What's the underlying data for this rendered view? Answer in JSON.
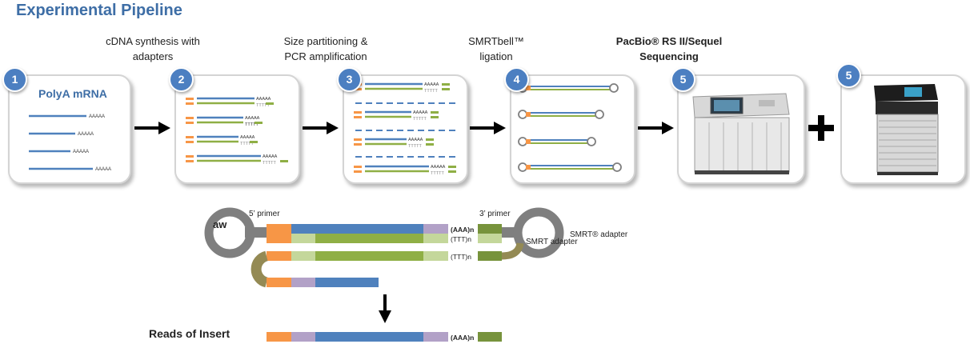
{
  "title": "Experimental Pipeline",
  "steps": [
    {
      "number": "1",
      "label": "",
      "box_title": "PolyA mRNA"
    },
    {
      "number": "2",
      "label": "cDNA synthesis with adapters"
    },
    {
      "number": "3",
      "label": "Size partitioning & PCR amplification"
    },
    {
      "number": "4",
      "label": "SMRTbell™ ligation"
    },
    {
      "number": "5",
      "label_line1": "PacBio® RS II/Sequel",
      "label_line2": "Sequencing"
    },
    {
      "number": "5",
      "label": ""
    }
  ],
  "labels": {
    "polyA": "AAAAA",
    "polyT": "TTTTT",
    "five_prime_primer": "5’ primer",
    "three_prime_primer": "3’ primer",
    "smrt_adapter": "SMRT® adapter",
    "smrt_adapter_overlap": "SMRT adapter",
    "aaa_n": "(AAA)n",
    "ttt_n": "(TTT)n",
    "aw": "aw",
    "reads_of_insert": "Reads of Insert"
  },
  "colors": {
    "title": "#3e6ea6",
    "badge": "#4c7fc1",
    "blue_strand": "#4f81bd",
    "green_strand": "#8faf45",
    "orange_primer": "#f79646",
    "purple": "#b2a1c7",
    "light_green": "#c4d79b",
    "adapter_green": "#77933c",
    "adapter_gray": "#7f7f7f",
    "olive_loop": "#948a54"
  }
}
